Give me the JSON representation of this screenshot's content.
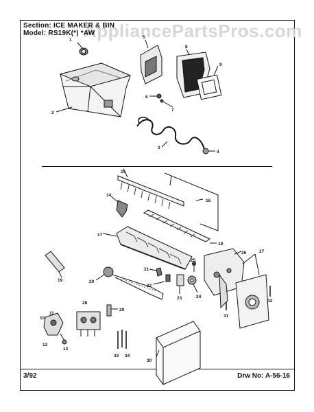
{
  "header": {
    "section_line": "Section: ICE MAKER & BIN",
    "model_line": "Model: RS19K(*) *AW"
  },
  "watermark": "AppliancePartsPros.com",
  "footer": {
    "date": "3/92",
    "drawing_number": "Drw No: A-56-16"
  },
  "part_numbers": [
    "1",
    "2",
    "3",
    "4",
    "5",
    "6",
    "7",
    "8",
    "9",
    "10",
    "11",
    "12",
    "13",
    "14",
    "15",
    "16",
    "17",
    "18",
    "19",
    "20",
    "21",
    "22",
    "23",
    "24",
    "25",
    "26",
    "27",
    "28",
    "29",
    "30",
    "31",
    "32",
    "33",
    "34"
  ],
  "colors": {
    "ink": "#111111",
    "watermark": "#d7d7d7",
    "background": "#ffffff"
  }
}
